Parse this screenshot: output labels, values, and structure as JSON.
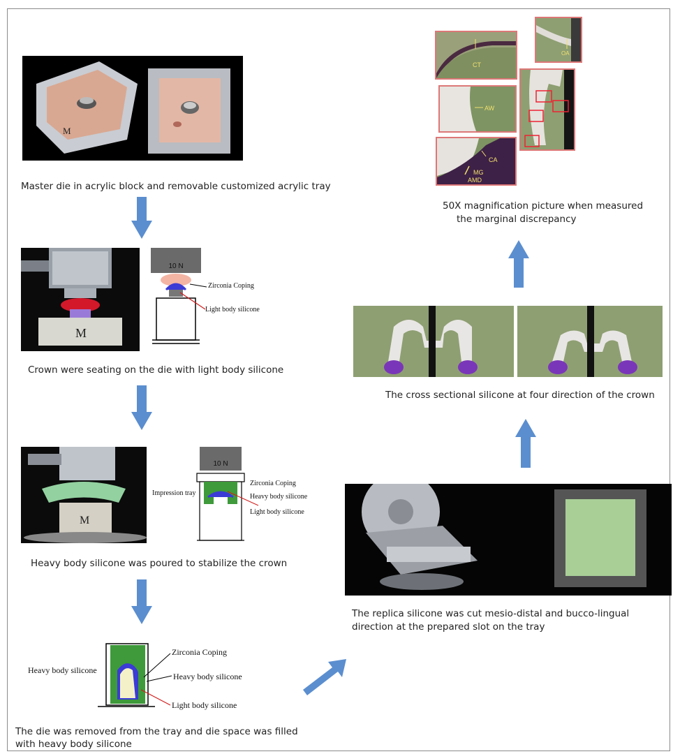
{
  "captions": {
    "step1": "Master die in acrylic block and removable customized acrylic tray",
    "step2": "Crown were seating on the die with light body silicone",
    "step3": "Heavy body silicone was poured to stabilize the crown",
    "step4_line1": "The die was removed from the tray and die space was filled",
    "step4_line2": "with heavy body silicone",
    "step5_line1": "The replica silicone was cut mesio-distal and bucco-lingual",
    "step5_line2": "direction at the prepared slot on the tray",
    "step6": "The cross sectional silicone at four direction of the crown",
    "step7_line1": "50X magnification picture when measured",
    "step7_line2": "the marginal discrepancy"
  },
  "diagram_labels": {
    "force": "10 N",
    "zirconia_coping": "Zirconia Coping",
    "light_body": "Light body silicone",
    "heavy_body": "Heavy body silicone",
    "impression_tray": "Impression tray",
    "block_letter": "M"
  },
  "micro_labels": {
    "ct": "CT",
    "oa": "OA",
    "aw": "AW",
    "ca": "CA",
    "mg": "MG",
    "amd": "AMD"
  },
  "colors": {
    "arrow": "#5b8ecf",
    "silicone_green": "#3e9a3a",
    "zirconia_blue": "#3b3bd6",
    "light_silicone_red": "#d31c1c",
    "micro_bg": "#8a9c6a"
  }
}
